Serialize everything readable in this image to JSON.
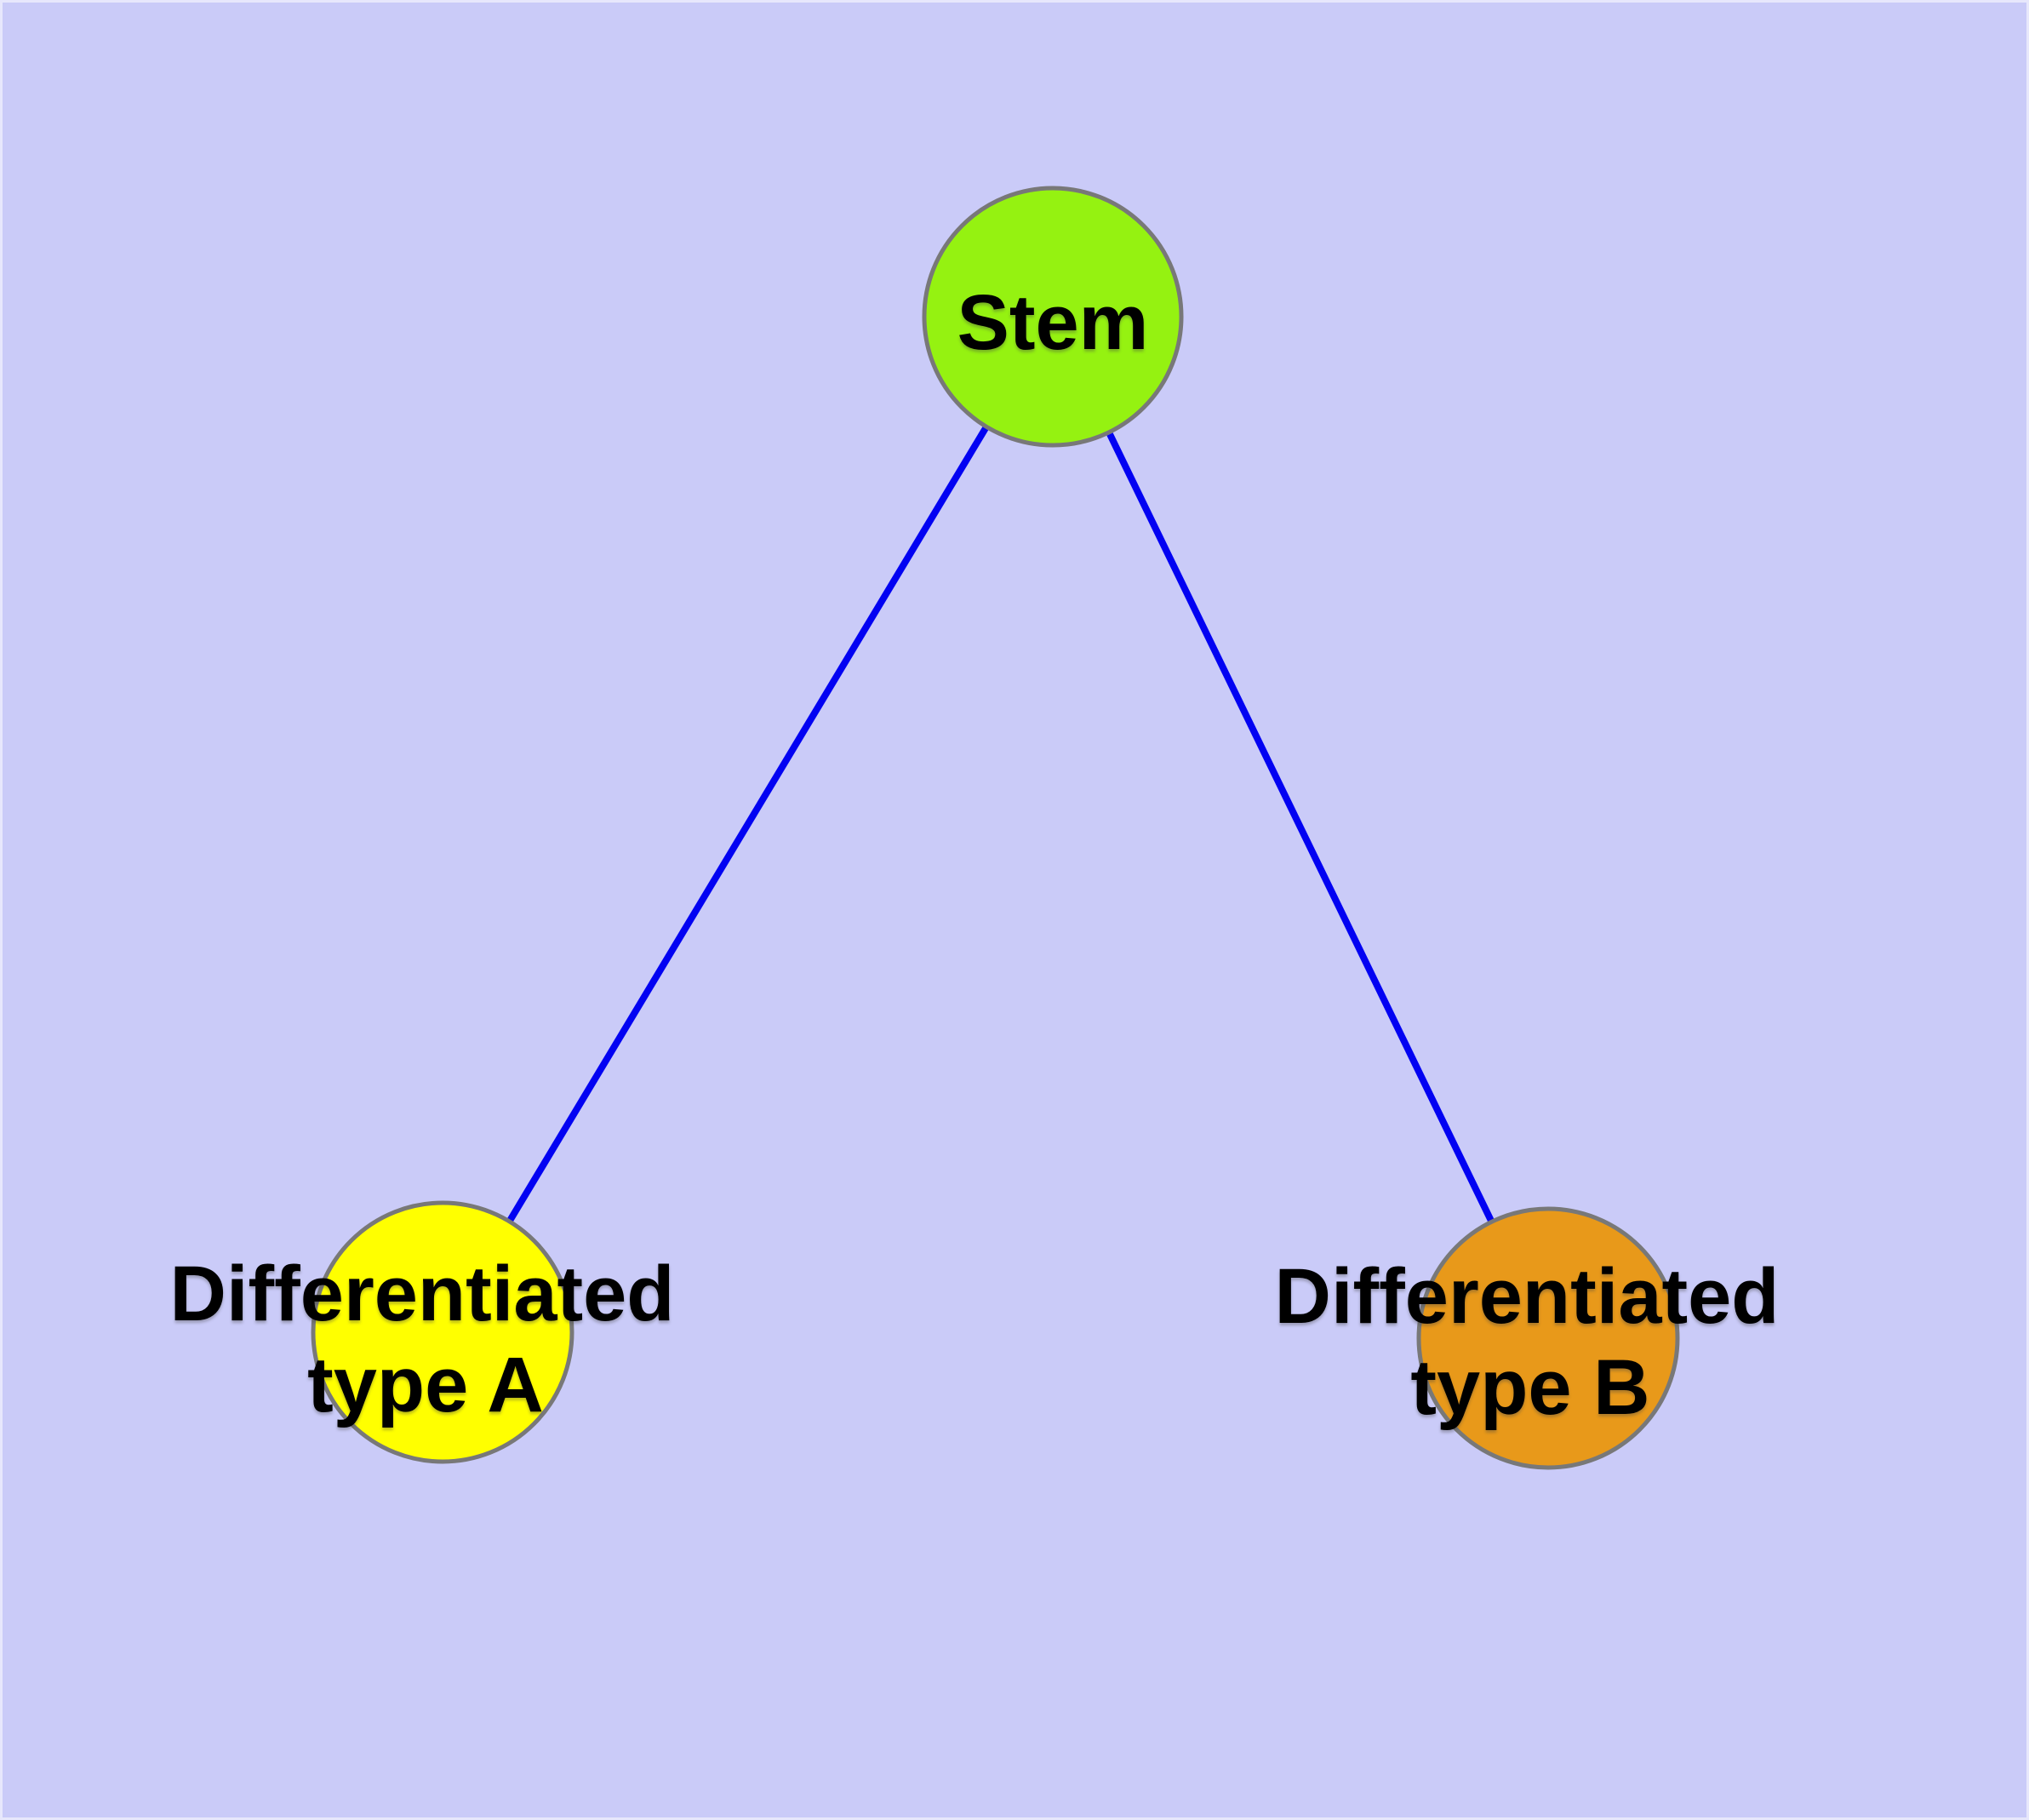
{
  "diagram": {
    "background_color": "#CACBF8",
    "frame_highlight_color": "#E7E7FC",
    "edge_color": "#0202F2",
    "node_border_color": "#787878",
    "label_color": "#000000",
    "nodes": {
      "stem": {
        "label": "Stem",
        "color": "#95F211"
      },
      "type_a": {
        "label_line1": "Differentiated",
        "label_line2": "type A",
        "color": "#FFFF00"
      },
      "type_b": {
        "label_line1": "Differentiated",
        "label_line2": "type B",
        "color": "#E8991A"
      }
    },
    "edges": [
      {
        "from": "stem",
        "to": "type_a"
      },
      {
        "from": "stem",
        "to": "type_b"
      }
    ]
  }
}
